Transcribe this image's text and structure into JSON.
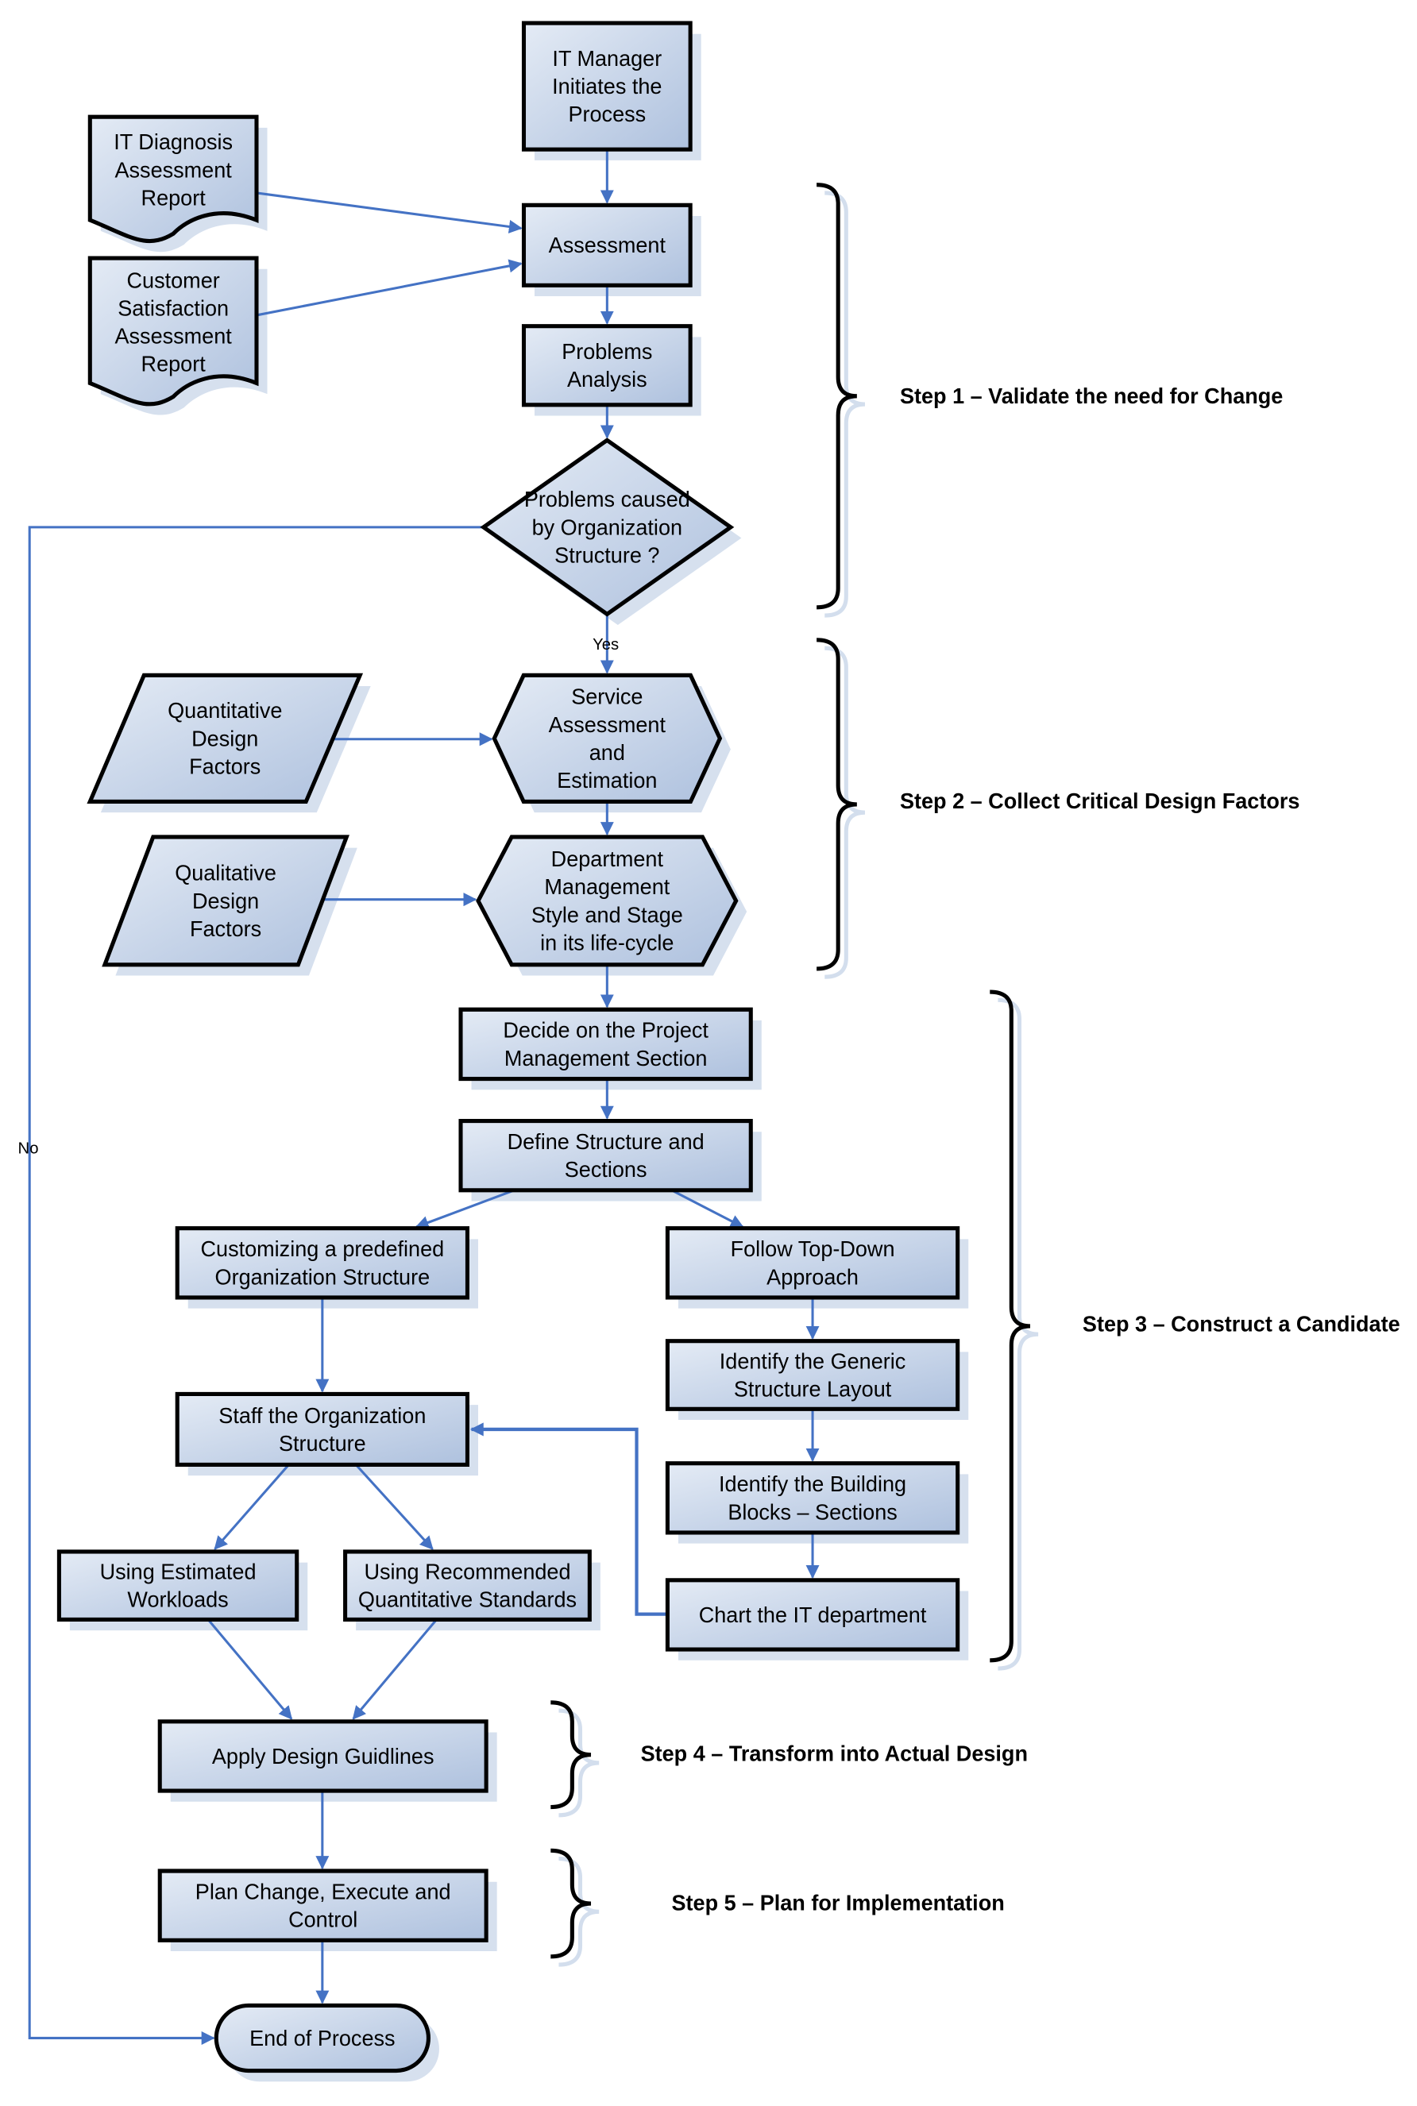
{
  "colors": {
    "fill_light": "#dfe7f3",
    "fill_dark": "#b3c5e0",
    "shadow": "#d6e0ee",
    "connector": "#4472c4",
    "outline": "#000000"
  },
  "nodes": {
    "it_manager": [
      "IT Manager",
      "Initiates the",
      "Process"
    ],
    "it_diagnosis": [
      "IT Diagnosis",
      "Assessment",
      "Report"
    ],
    "customer_satisfaction": [
      "Customer",
      "Satisfaction",
      "Assessment",
      "Report"
    ],
    "assessment": [
      "Assessment"
    ],
    "problems_analysis": [
      "Problems",
      "Analysis"
    ],
    "decision": [
      "Problems caused",
      "by Organization",
      "Structure ?"
    ],
    "quantitative": [
      "Quantitative",
      "Design",
      "Factors"
    ],
    "service_assessment": [
      "Service",
      "Assessment",
      "and",
      "Estimation"
    ],
    "qualitative": [
      "Qualitative",
      "Design",
      "Factors"
    ],
    "department": [
      "Department",
      "Management",
      "Style and Stage",
      "in its life-cycle"
    ],
    "decide_project": [
      "Decide on the Project",
      "Management Section"
    ],
    "define_structure": [
      "Define Structure and",
      "Sections"
    ],
    "customizing": [
      "Customizing a predefined",
      "Organization Structure"
    ],
    "follow_top_down": [
      "Follow Top-Down",
      "Approach"
    ],
    "identify_generic": [
      "Identify the Generic",
      "Structure Layout"
    ],
    "staff": [
      "Staff the Organization",
      "Structure"
    ],
    "identify_building": [
      "Identify the Building",
      "Blocks – Sections"
    ],
    "chart_it": [
      "Chart the IT department"
    ],
    "estimated": [
      "Using Estimated",
      "Workloads"
    ],
    "recommended": [
      "Using Recommended",
      "Quantitative Standards"
    ],
    "apply": [
      "Apply Design Guidlines"
    ],
    "plan": [
      "Plan Change, Execute and",
      "Control"
    ],
    "end": [
      "End of Process"
    ]
  },
  "edge_labels": {
    "yes": "Yes",
    "no": "No"
  },
  "steps": {
    "step1": "Step 1 – Validate the need for Change",
    "step2": "Step 2 – Collect Critical Design Factors",
    "step3": "Step 3 – Construct a Candidate",
    "step4": "Step 4 – Transform into Actual Design",
    "step5": "Step 5 – Plan for Implementation"
  }
}
